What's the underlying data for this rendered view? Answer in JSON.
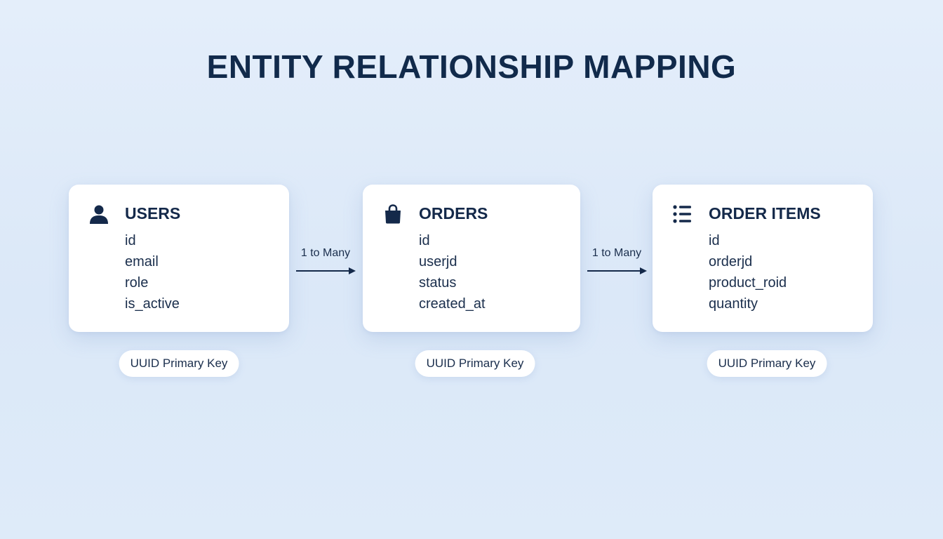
{
  "title": "ENTITY RELATIONSHIP MAPPING",
  "entities": [
    {
      "name": "USERS",
      "icon": "user-icon",
      "fields": [
        "id",
        "email",
        "role",
        "is_active"
      ],
      "badge": "UUID Primary Key"
    },
    {
      "name": "ORDERS",
      "icon": "shopping-bag-icon",
      "fields": [
        "id",
        "userjd",
        "status",
        "created_at"
      ],
      "badge": "UUID Primary Key"
    },
    {
      "name": "ORDER ITEMS",
      "icon": "list-icon",
      "fields": [
        "id",
        "orderjd",
        "product_roid",
        "quantity"
      ],
      "badge": "UUID Primary Key"
    }
  ],
  "relationships": [
    {
      "from": "USERS",
      "to": "ORDERS",
      "label": "1 to Many"
    },
    {
      "from": "ORDERS",
      "to": "ORDER ITEMS",
      "label": "1 to Many"
    }
  ],
  "colors": {
    "background": "#dfeaf9",
    "card": "#ffffff",
    "text": "#13294a"
  }
}
